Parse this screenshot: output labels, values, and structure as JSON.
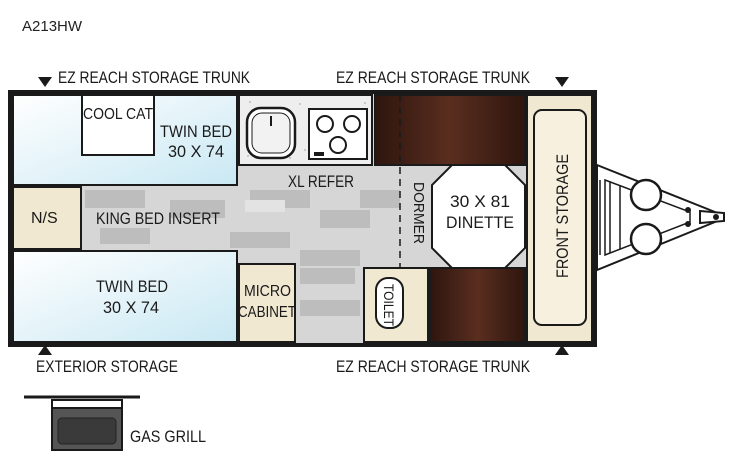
{
  "model_code": "A213HW",
  "labels": {
    "trunk_top_left": "EZ REACH STORAGE TRUNK",
    "trunk_top_right": "EZ REACH STORAGE TRUNK",
    "trunk_bottom_right": "EZ REACH STORAGE TRUNK",
    "exterior_storage": "EXTERIOR STORAGE",
    "gas_grill": "GAS GRILL",
    "cool_cat": "COOL CAT",
    "twin_bed_top_line1": "TWIN BED",
    "twin_bed_top_line2": "30 X 74",
    "twin_bed_bottom_line1": "TWIN BED",
    "twin_bed_bottom_line2": "30 X 74",
    "ns": "N/S",
    "king_bed_insert": "KING BED INSERT",
    "xl_refer": "XL REFER",
    "micro_line1": "MICRO",
    "micro_line2": "CABINET",
    "dormer": "DORMER",
    "dinette_line1": "30 X 81",
    "dinette_line2": "DINETTE",
    "toilet": "TOILET",
    "front_storage": "FRONT STORAGE"
  },
  "colors": {
    "outline": "#1a1a1a",
    "bed_fill": "#dff1f8",
    "bed_edge": "#9fd3e6",
    "floor_light": "#d8d8d8",
    "floor_dark": "#b9b9b9",
    "cabinet": "#f1e8d2",
    "dinette_brown": "#4a2418",
    "counter": "#ededed"
  }
}
